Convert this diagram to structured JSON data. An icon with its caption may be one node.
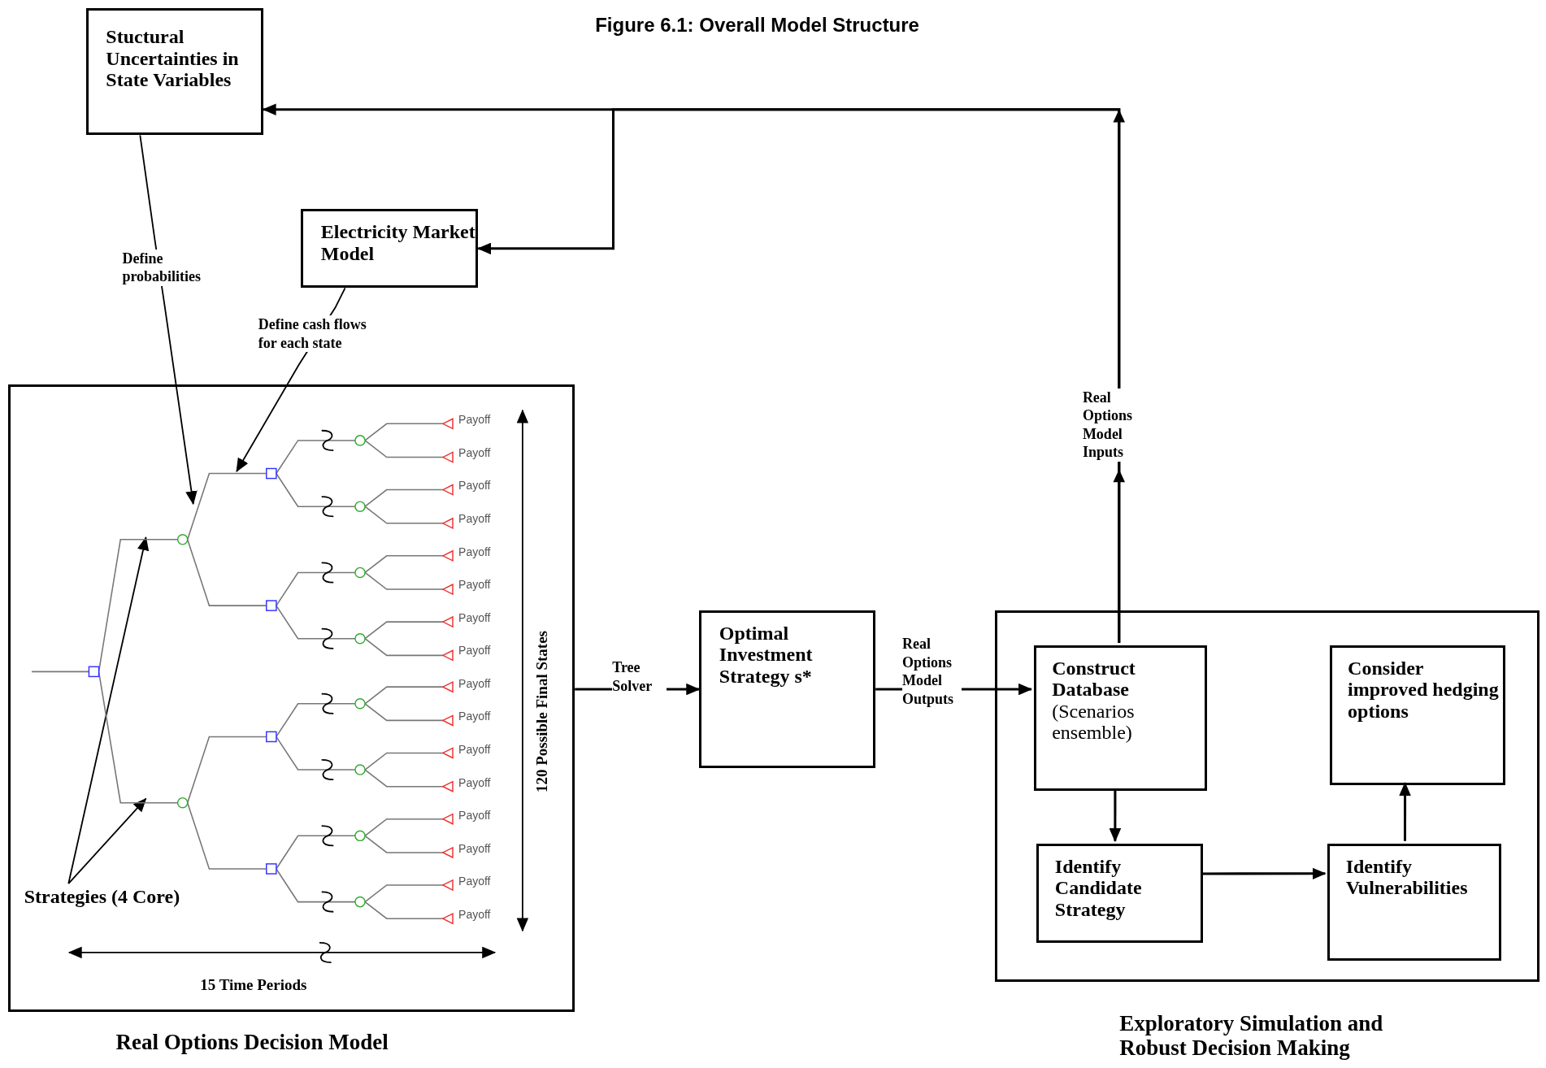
{
  "diagram": {
    "title": "Figure 6.1: Overall Model Structure",
    "nodes": [
      {
        "text": [
          "Stuctural Uncertainties in State Variables"
        ]
      },
      {
        "text": [
          "Electricity Market Model"
        ]
      },
      {
        "text": [
          "Real Options Decision Model"
        ]
      },
      {
        "text": [
          "Optimal Investment Strategy s*"
        ]
      },
      {
        "text": [
          "Exploratory Simulation and Robust Decision Making"
        ]
      },
      {
        "text": [
          "Construct Database",
          "(Scenarios ensemble)"
        ],
        "in": 4
      },
      {
        "text": [
          "Consider improved hedging options"
        ],
        "in": 4
      },
      {
        "text": [
          "Identify Candidate Strategy"
        ],
        "in": 4
      },
      {
        "text": [
          "Identify Vulnerabilities"
        ],
        "in": 4
      },
      {
        "text": [
          "Strategies (4 Core)"
        ],
        "in": 2
      }
    ],
    "edges": [
      {
        "from": 0,
        "to": null,
        "arrow": "to",
        "label": "Define probabilities"
      },
      {
        "from": 1,
        "to": null,
        "arrow": "to",
        "label": "Define cash flows for each state"
      },
      {
        "from": 9,
        "to": null,
        "arrow": "to"
      },
      {
        "from": 9,
        "to": null,
        "arrow": "to"
      },
      {
        "from": 2,
        "to": 3,
        "arrow": "to",
        "label": "Tree Solver"
      },
      {
        "from": 3,
        "to": 5,
        "arrow": "to",
        "label": "Real Options Model Outputs"
      },
      {
        "from": 5,
        "to": 0,
        "arrow": "to",
        "label": "Real Options Model Inputs"
      },
      {
        "from": 5,
        "to": 1,
        "arrow": "to"
      },
      {
        "from": 5,
        "to": 7,
        "arrow": "to"
      },
      {
        "from": 7,
        "to": 8,
        "arrow": "to"
      },
      {
        "from": 8,
        "to": 6,
        "arrow": "to"
      }
    ],
    "labels": [
      "Payoff",
      "Payoff",
      "Payoff",
      "Payoff",
      "Payoff",
      "Payoff",
      "Payoff",
      "Payoff",
      "Payoff",
      "Payoff",
      "Payoff",
      "Payoff",
      "Payoff",
      "Payoff",
      "Payoff",
      "Payoff",
      "120 Possible Final States",
      "15 Time Periods"
    ]
  }
}
